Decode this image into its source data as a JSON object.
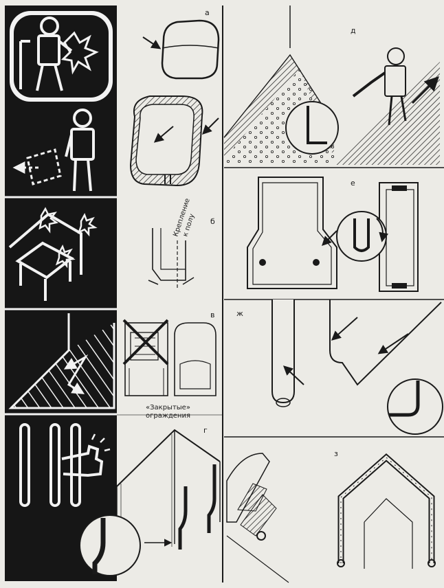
{
  "panel_letters": {
    "a": "а",
    "b": "б",
    "v": "в",
    "g": "г",
    "d": "д",
    "e": "е",
    "zh": "ж",
    "z": "з"
  },
  "captions": {
    "floor_fixing_line1": "Крепление",
    "floor_fixing_line2": "к полу",
    "closed_fences_line1": "«Закрытые»",
    "closed_fences_line2": "ограждения"
  },
  "colors": {
    "ink": "#1a1a1a",
    "paper": "#ecebe6",
    "sidebar": "#161616",
    "sidebar_line": "#f2f2f2"
  }
}
